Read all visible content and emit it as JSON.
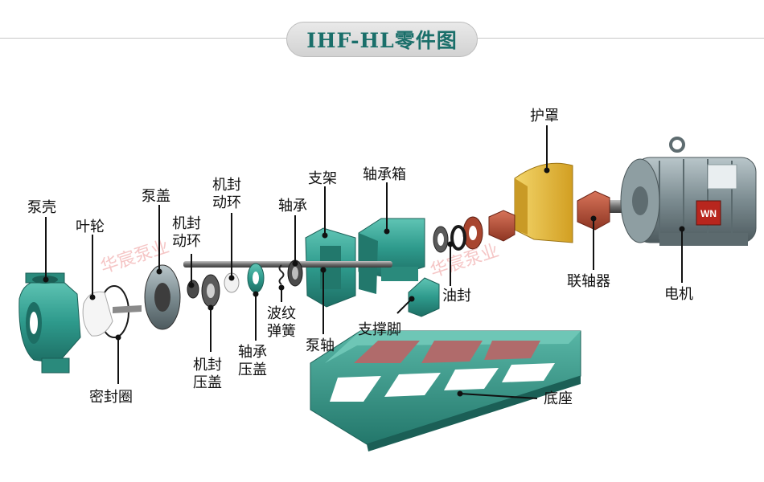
{
  "title": "IHF-HL零件图",
  "watermark": [
    "华宸泵业",
    "华宸泵业"
  ],
  "colors": {
    "title_text": "#1a6f6a",
    "pump_green": "#2e9a8c",
    "guard_yellow": "#e2b53a",
    "coupling_red": "#b5472f",
    "motor_grey": "#7c8c91",
    "base_green": "#3c9a8a",
    "base_inner": "#b06b6b"
  },
  "motor_badge": "WN",
  "labels": {
    "pump_casing": "泵壳",
    "impeller": "叶轮",
    "seal_ring": "密封圈",
    "pump_cover": "泵盖",
    "mech_seal_rotating_a": [
      "机封",
      "动环"
    ],
    "mech_seal_rotating_b": [
      "机封",
      "动环"
    ],
    "mech_seal_gland": [
      "机封",
      "压盖"
    ],
    "bearing_gland": [
      "轴承",
      "压盖"
    ],
    "wave_spring": [
      "波纹",
      "弹簧"
    ],
    "bearing": "轴承",
    "bracket": "支架",
    "pump_shaft": "泵轴",
    "bearing_box": "轴承箱",
    "support_foot": "支撑脚",
    "oil_seal": "油封",
    "guard": "护罩",
    "coupling": "联轴器",
    "motor": "电机",
    "base": "底座"
  }
}
